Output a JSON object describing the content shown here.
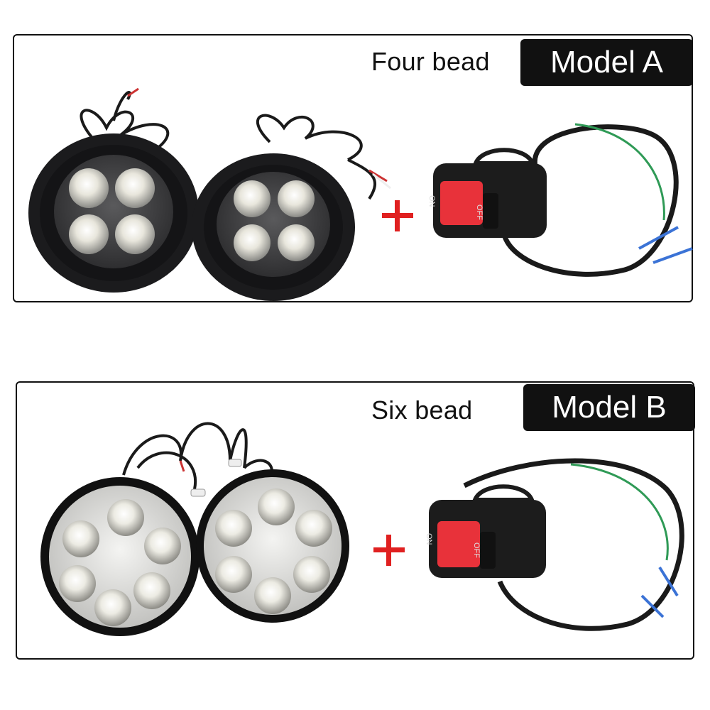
{
  "panels": [
    {
      "variant_label": "Four bead",
      "model_badge": "Model A",
      "bead_count": 4,
      "switch": {
        "on_label": "ON",
        "off_label": "OFF"
      }
    },
    {
      "variant_label": "Six bead",
      "model_badge": "Model B",
      "bead_count": 6,
      "switch": {
        "on_label": "ON",
        "off_label": "OFF"
      }
    }
  ],
  "colors": {
    "border": "#111111",
    "badge_bg": "#111111",
    "badge_text": "#ffffff",
    "plus_sign": "#e02020",
    "switch_button": "#e8323a",
    "switch_body": "#1c1c1c",
    "wire_green": "#2f9a56",
    "terminal_blue": "#3b73d6"
  },
  "icons": {
    "plus": "plus-icon",
    "lamp": "led-lamp-icon",
    "switch": "handlebar-switch-icon"
  }
}
